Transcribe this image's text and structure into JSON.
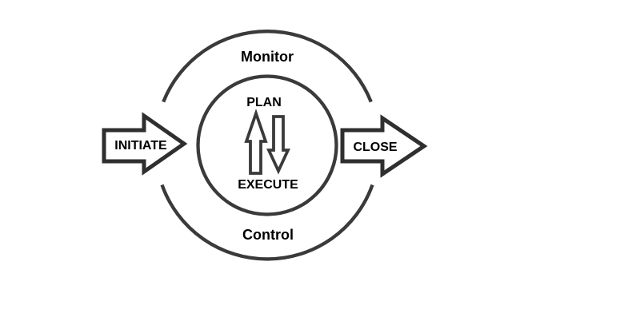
{
  "diagram": {
    "outer_cycle": {
      "top_label": "Monitor",
      "bottom_label": "Control"
    },
    "inner_circle": {
      "top_label": "PLAN",
      "bottom_label": "EXECUTE"
    },
    "left_arrow_label": "INITIATE",
    "right_arrow_label": "CLOSE"
  },
  "colors": {
    "line": "#3a3a3a",
    "arrow_outline": "#2f2f2f",
    "text": "#000000",
    "background": "#ffffff"
  }
}
